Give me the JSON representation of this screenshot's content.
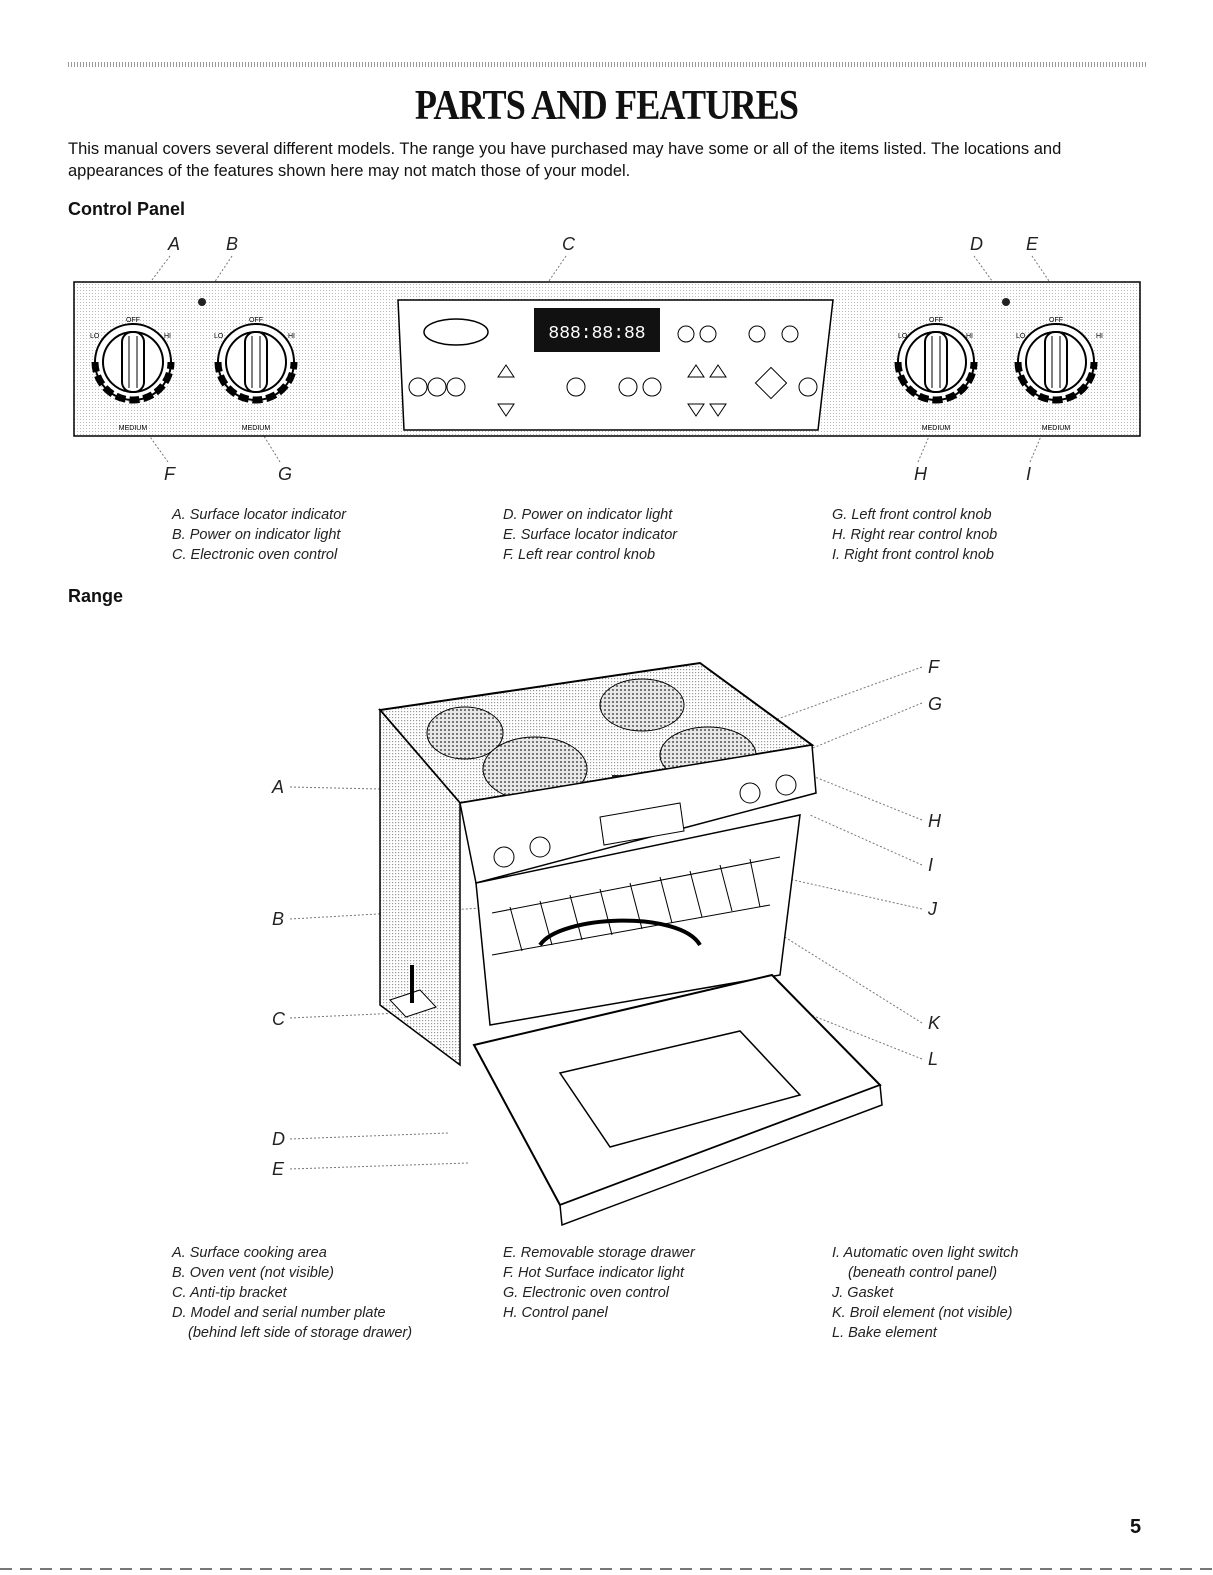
{
  "page": {
    "title": "PARTS AND FEATURES",
    "intro": "This manual covers several different models. The range you have purchased may have some or all of the items listed. The locations and appearances of the features shown here may not match those of your model.",
    "page_number": "5"
  },
  "control_panel": {
    "heading": "Control Panel",
    "callouts": {
      "a": "A",
      "b": "B",
      "c": "C",
      "d": "D",
      "e": "E",
      "f": "F",
      "g": "G",
      "h": "H",
      "i": "I"
    },
    "knob_labels": {
      "off": "OFF",
      "lo": "LO",
      "hi": "HI",
      "medium": "MEDIUM"
    },
    "display": {
      "readout": "888:88:88"
    },
    "legend": [
      [
        "A. Surface locator indicator",
        "B. Power on indicator light",
        "C. Electronic oven control"
      ],
      [
        "D. Power on indicator light",
        "E. Surface locator indicator",
        "F. Left rear control knob"
      ],
      [
        "G. Left front control knob",
        "H. Right rear control knob",
        "I. Right front control knob"
      ]
    ]
  },
  "range": {
    "heading": "Range",
    "callouts": {
      "a": "A",
      "b": "B",
      "c": "C",
      "d": "D",
      "e": "E",
      "f": "F",
      "g": "G",
      "h": "H",
      "i": "I",
      "j": "J",
      "k": "K",
      "l": "L"
    },
    "legend": {
      "col1": {
        "a": "A. Surface cooking area",
        "b": "B. Oven vent (not visible)",
        "c": "C. Anti-tip bracket",
        "d": "D. Model and serial number plate",
        "d_cont": "(behind left side of storage drawer)"
      },
      "col2": {
        "e": "E. Removable storage drawer",
        "f": "F. Hot Surface indicator light",
        "g": "G. Electronic oven control",
        "h": "H. Control panel"
      },
      "col3": {
        "i": "I. Automatic oven light switch",
        "i_cont": "(beneath control panel)",
        "j": "J. Gasket",
        "k": "K. Broil element (not visible)",
        "l": "L. Bake element"
      }
    }
  }
}
